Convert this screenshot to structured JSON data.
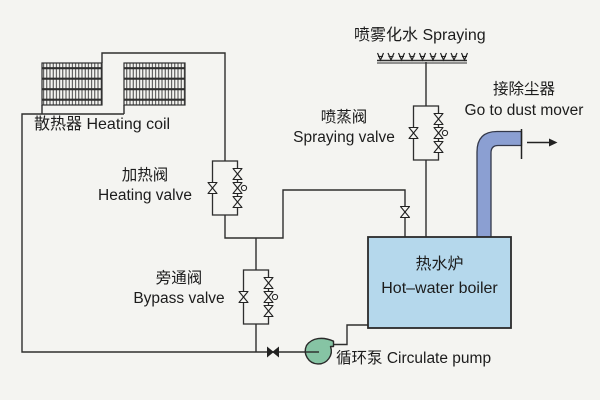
{
  "title": "Hot-water boiler heating and spraying system schematic",
  "labels": {
    "heating_coil_zh": "散热器",
    "heating_coil_en": "Heating coil",
    "heating_valve_zh": "加热阀",
    "heating_valve_en": "Heating valve",
    "bypass_valve_zh": "旁通阀",
    "bypass_valve_en": "Bypass valve",
    "spraying_zh": "喷雾化水",
    "spraying_en": "Spraying",
    "spraying_valve_zh": "喷蒸阀",
    "spraying_valve_en": "Spraying valve",
    "dust_zh": "接除尘器",
    "dust_en": "Go to dust mover",
    "boiler_zh": "热水炉",
    "boiler_en": "Hot–water boiler",
    "pump_zh": "循环泵",
    "pump_en": "Circulate pump"
  },
  "colors": {
    "background": "#f4f4f1",
    "line": "#2e2e2e",
    "boiler_fill": "#b5d8ec",
    "duct_fill": "#8b9fd2",
    "pump_fill": "#86c4a4"
  },
  "symbols": {
    "valve_station": "parallel-valve-station (1 gate valve bypass branch + 2 gate valves with control valve)",
    "valve": "gate-valve-bowtie",
    "pump": "centrifugal-pump-volute",
    "nozzle": "spray-nozzle",
    "coil": "finned-tube-coil",
    "arrow": "flow-arrow-right",
    "nozzle_count": 9
  }
}
